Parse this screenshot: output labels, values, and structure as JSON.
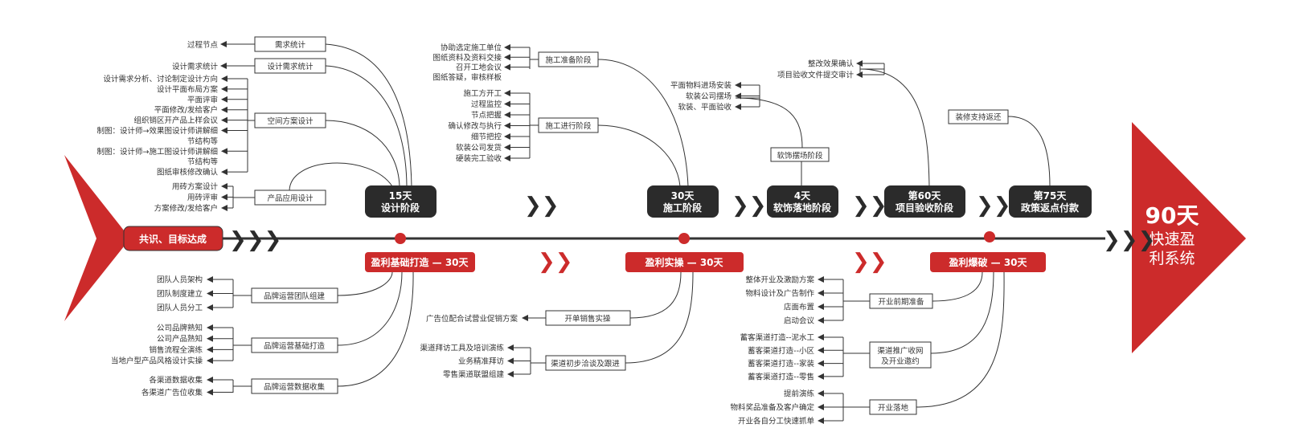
{
  "start_label": "共识、目标达成",
  "goal": {
    "title": "90天",
    "line1": "快速盈",
    "line2": "利系统"
  },
  "phases_top": [
    {
      "l1": "15天",
      "l2": "设计阶段"
    },
    {
      "l1": "30天",
      "l2": "施工阶段"
    },
    {
      "l1": "4天",
      "l2": "软饰落地阶段"
    },
    {
      "l1": "第60天",
      "l2": "项目验收阶段"
    },
    {
      "l1": "第75天",
      "l2": "政策返点付款"
    }
  ],
  "phases_bottom": [
    "盈利基础打造 — 30天",
    "盈利实操  —  30天",
    "盈利爆破   — 30天"
  ],
  "design": {
    "b1": {
      "box": "需求统计",
      "item": "过程节点"
    },
    "b2": {
      "box": "设计需求统计",
      "item": "设计需求统计"
    },
    "b3": {
      "box": "空间方案设计",
      "items": [
        "设计需求分析、讨论制定设计方向",
        "设计平面布局方案",
        "平面评审",
        "平面修改/发给客户",
        "组织销区开产品上样会议",
        "制图：设计师→效果图设计师讲解细",
        "节结构等",
        "制图：设计师→施工图设计师讲解细",
        "节结构等",
        "图纸审核修改确认"
      ]
    },
    "b4": {
      "box": "产品应用设计",
      "items": [
        "用砖方案设计",
        "用砖评审",
        "方案修改/发给客户"
      ]
    }
  },
  "construction": {
    "b1": {
      "box": "施工准备阶段",
      "items": [
        "协助选定施工单位",
        "图纸资料及资料交接",
        "召开工地会议",
        "图纸答疑，审核样板"
      ]
    },
    "b2": {
      "box": "施工进行阶段",
      "items": [
        "施工方开工",
        "过程监控",
        "节点把握",
        "确认修改与执行",
        "细节把控",
        "软装公司发货",
        "硬装完工验收"
      ]
    }
  },
  "soft": {
    "box": "软饰摆场阶段",
    "items": [
      "平面物料进场安装",
      "软装公司摆场",
      "软装、平面验收"
    ]
  },
  "acceptance": {
    "items": [
      "整改效果确认",
      "项目验收文件提交审计"
    ]
  },
  "policy": {
    "box": "装修支持返还"
  },
  "base": {
    "b1": {
      "box": "品牌运营团队组建",
      "items": [
        "团队人员架构",
        "团队制度建立",
        "团队人员分工"
      ]
    },
    "b2": {
      "box": "品牌运营基础打造",
      "items": [
        "公司品牌熟知",
        "公司产品熟知",
        "销售流程全演练",
        "当地户型产品风格设计实操"
      ]
    },
    "b3": {
      "box": "品牌运营数据收集",
      "items": [
        "各渠道数据收集",
        "各渠道广告位收集"
      ]
    }
  },
  "practice": {
    "b1": {
      "box": "开单销售实操",
      "item": "广告位配合试营业促销方案"
    },
    "b2": {
      "box": "渠道初步洽谈及跟进",
      "items": [
        "渠道拜访工具及培训演练",
        "业务精准拜访",
        "零售渠道联盟组建"
      ]
    }
  },
  "burst": {
    "b1": {
      "box": "开业前期准备",
      "items": [
        "整体开业及激励方案",
        "物料设计及广告制作",
        "店面布置",
        "启动会议"
      ]
    },
    "b2": {
      "box1": "渠道推广收网",
      "box2": "及开业邀约",
      "items": [
        "蓄客渠道打造--泥水工",
        "蓄客渠道打造--小区",
        "蓄客渠道打造--家装",
        "蓄客渠道打造--零售"
      ]
    },
    "b3": {
      "box": "开业落地",
      "items": [
        "提前演练",
        "物料奖品准备及客户确定",
        "开业各自分工快速抓单"
      ]
    }
  },
  "colors": {
    "red": "#cc2b2b",
    "dark": "#2b2b2b",
    "line": "#333333"
  }
}
